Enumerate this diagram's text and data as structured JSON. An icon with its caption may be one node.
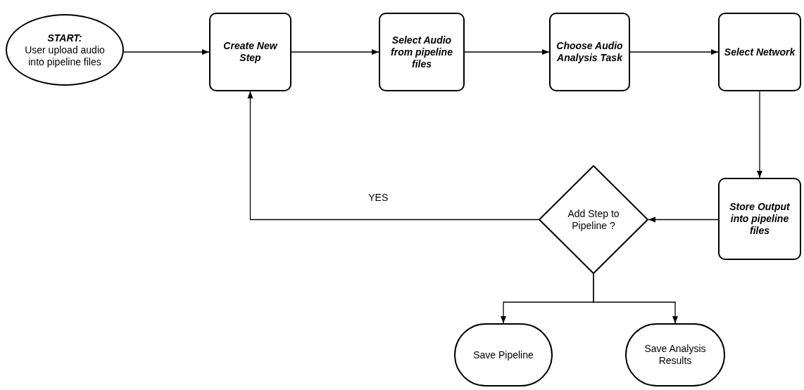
{
  "diagram": {
    "nodes": [
      {
        "text": [
          "START:",
          "User upload audio into pipeline files"
        ]
      },
      {
        "text": [
          "Create New Step"
        ]
      },
      {
        "text": [
          "Select Audio from pipeline files"
        ]
      },
      {
        "text": [
          "Choose Audio Analysis Task"
        ]
      },
      {
        "text": [
          "Select Network"
        ]
      },
      {
        "text": [
          "Store Output into pipeline files"
        ]
      },
      {
        "text": [
          "Add Step to Pipeline ?"
        ]
      },
      {
        "text": [
          "Save Pipeline"
        ]
      },
      {
        "text": [
          "Save Analysis Results"
        ]
      }
    ],
    "edges": [
      {
        "from": 0,
        "to": 1,
        "arrow": "to"
      },
      {
        "from": 1,
        "to": 2,
        "arrow": "to"
      },
      {
        "from": 2,
        "to": 3,
        "arrow": "to"
      },
      {
        "from": 3,
        "to": 4,
        "arrow": "to"
      },
      {
        "from": 4,
        "to": 5,
        "arrow": "to"
      },
      {
        "from": 5,
        "to": 6,
        "arrow": "to"
      },
      {
        "from": 6,
        "to": 1,
        "arrow": "to",
        "label": "YES"
      },
      {
        "from": 6,
        "to": 7,
        "arrow": "to"
      },
      {
        "from": 6,
        "to": 8,
        "arrow": "to"
      }
    ]
  }
}
